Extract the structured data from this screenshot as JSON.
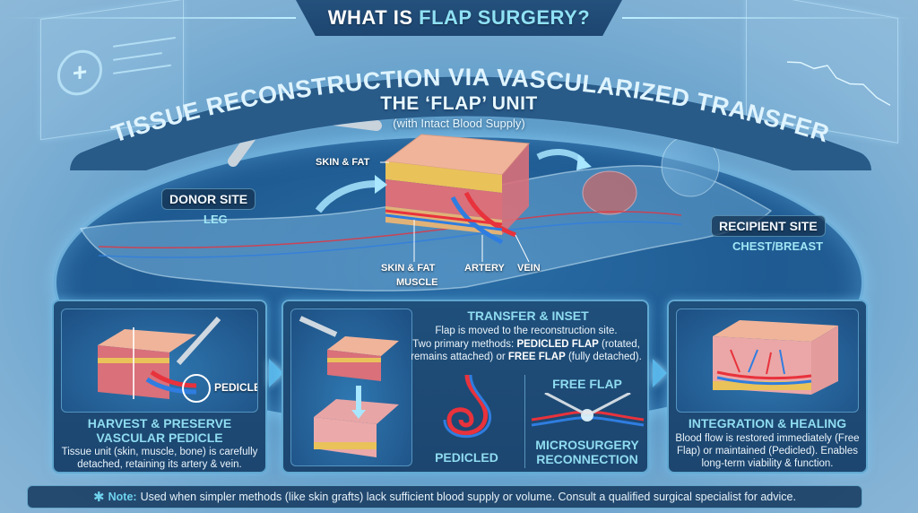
{
  "header": {
    "title_prefix": "WHAT IS ",
    "title_accent": "FLAP SURGERY?",
    "banner": "TISSUE RECONSTRUCTION VIA VASCULARIZED TRANSFER",
    "unit_title": "THE ‘FLAP’ UNIT",
    "unit_subtitle": "(with Intact Blood Supply)"
  },
  "diagram": {
    "donor_site": {
      "label": "DONOR SITE",
      "location": "LEG"
    },
    "recipient_site": {
      "label": "RECIPIENT SITE",
      "location": "CHEST/BREAST"
    },
    "layer_labels": {
      "top": "SKIN & FAT",
      "bottom_left": "SKIN & FAT",
      "muscle": "MUSCLE",
      "artery": "ARTERY",
      "vein": "VEIN"
    },
    "colors": {
      "artery": "#e8323c",
      "vein": "#2f7de0",
      "skin": "#f0b49a",
      "fat": "#e9c25a",
      "muscle": "#d9707a",
      "accent": "#8fe1f4"
    }
  },
  "steps": [
    {
      "title_line1": "HARVEST & PRESERVE",
      "title_line2": "VASCULAR PEDICLE",
      "body": "Tissue unit (skin, muscle, bone) is carefully detached, retaining its artery & vein.",
      "image_label": "PEDICLE"
    },
    {
      "title": "TRANSFER & INSET",
      "body_line1": "Flap is moved to the reconstruction site.",
      "body_line2_prefix": "Two primary methods: ",
      "method1": "PEDICLED FLAP",
      "method1_desc": " (rotated, remains attached) or ",
      "method2": "FREE FLAP",
      "method2_desc": " (fully detached).",
      "sub_left_label": "PEDICLED",
      "sub_right_top": "FREE FLAP",
      "sub_right_label1": "MICROSURGERY",
      "sub_right_label2": "RECONNECTION"
    },
    {
      "title": "INTEGRATION & HEALING",
      "body": "Blood flow is restored immediately (Free Flap) or maintained (Pedicled). Enables long-term viability & function."
    }
  ],
  "note": {
    "icon": "star-of-life-icon",
    "label": "Note:",
    "text": "Used when simpler methods (like skin grafts) lack sufficient blood supply or volume. Consult a qualified surgical specialist for advice."
  }
}
